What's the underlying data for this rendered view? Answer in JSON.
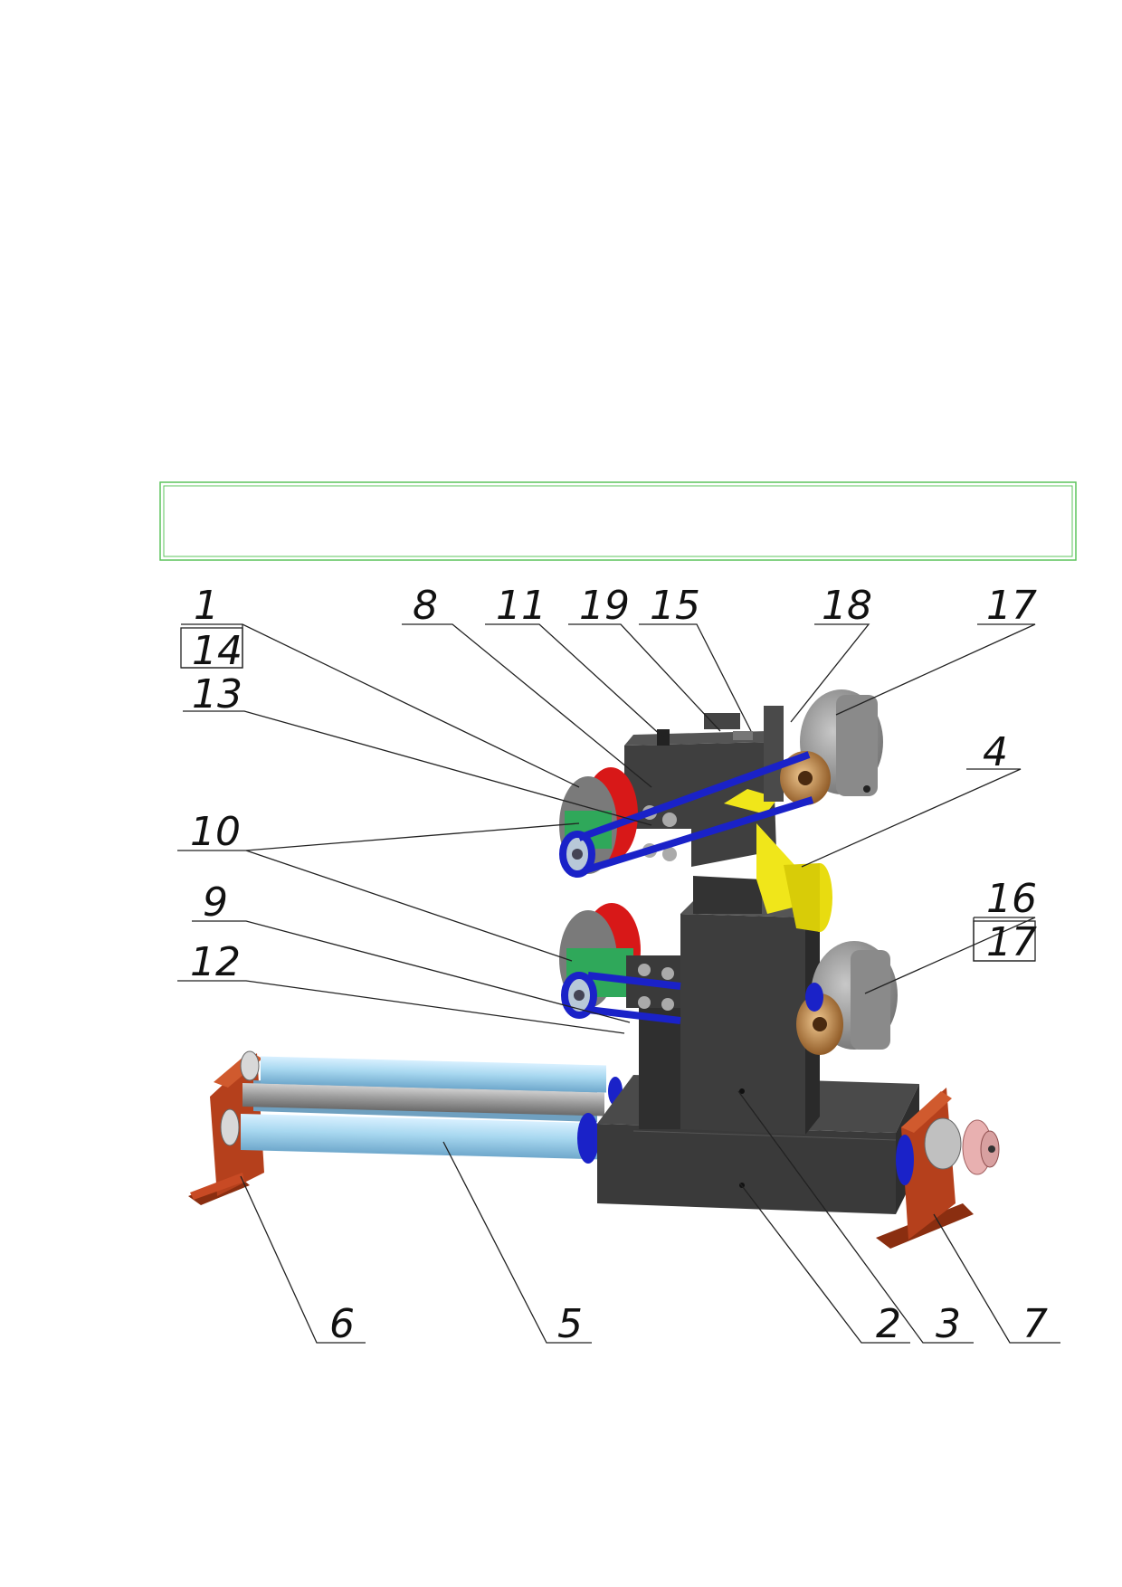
{
  "frame": {
    "border_color": "#5cc45c"
  },
  "callouts": [
    {
      "id": "c1",
      "text": "1"
    },
    {
      "id": "c8",
      "text": "8"
    },
    {
      "id": "c11",
      "text": "11"
    },
    {
      "id": "c19",
      "text": "19"
    },
    {
      "id": "c15",
      "text": "15"
    },
    {
      "id": "c18",
      "text": "18"
    },
    {
      "id": "c17a",
      "text": "17"
    },
    {
      "id": "c14",
      "text": "14"
    },
    {
      "id": "c13",
      "text": "13"
    },
    {
      "id": "c4",
      "text": "4"
    },
    {
      "id": "c10",
      "text": "10"
    },
    {
      "id": "c16",
      "text": "16"
    },
    {
      "id": "c17b",
      "text": "17"
    },
    {
      "id": "c9",
      "text": "9"
    },
    {
      "id": "c12",
      "text": "12"
    },
    {
      "id": "c6",
      "text": "6"
    },
    {
      "id": "c5",
      "text": "5"
    },
    {
      "id": "c2",
      "text": "2"
    },
    {
      "id": "c3",
      "text": "3"
    },
    {
      "id": "c7",
      "text": "7"
    }
  ],
  "colors": {
    "housing": "#3d3d3d",
    "belt": "#1a22c8",
    "support": "#b5401c",
    "bracket": "#f0e61a",
    "roller": "#a8d8f0",
    "motor": "#9a9a9a",
    "pulley": "#c8843a",
    "wheel": "#d81818",
    "green_block": "#2fa85a"
  }
}
